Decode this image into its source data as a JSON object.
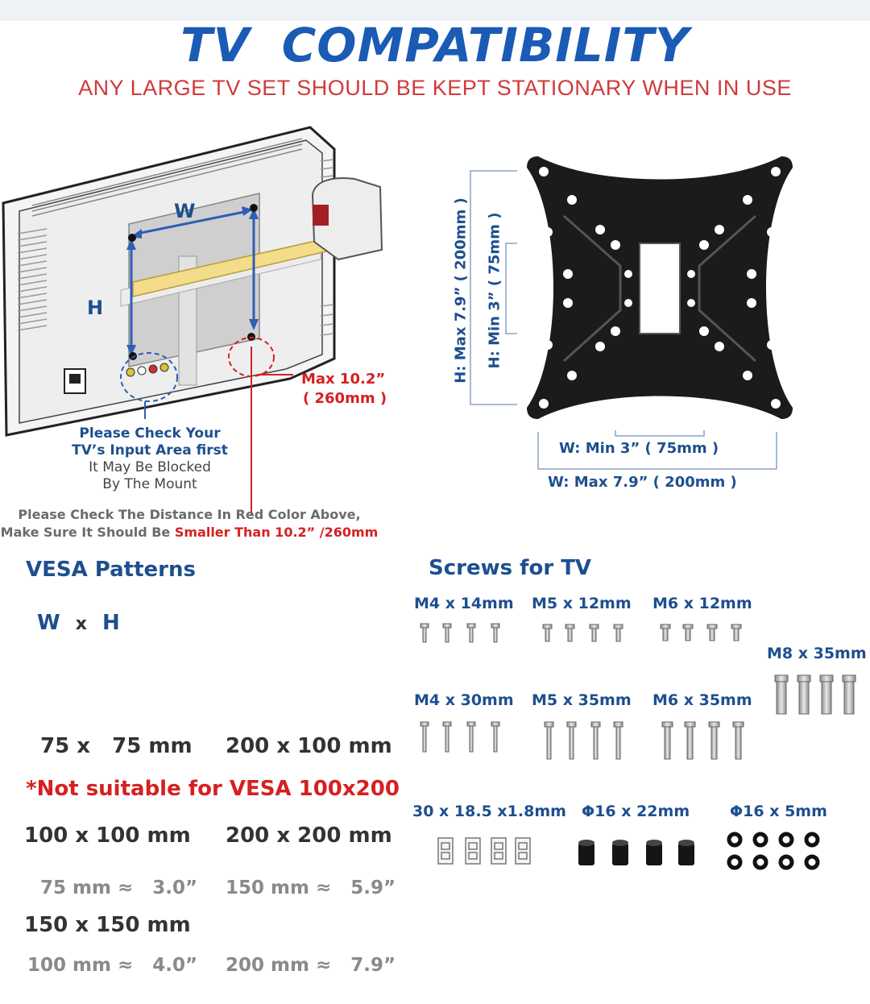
{
  "header": {
    "title": "TV  COMPATIBILITY",
    "subtitle": "ANY LARGE TV SET SHOULD BE KEPT STATIONARY WHEN IN USE"
  },
  "tv_diagram": {
    "w_label": "W",
    "h_label": "H",
    "max_line1": "Max  10.2”",
    "max_line2": "( 260mm )",
    "check_input_1": "Please Check Your",
    "check_input_2": "TV’s Input Area first",
    "check_input_3": "It May Be Blocked",
    "check_input_4": "By The Mount",
    "distance_note_1": "Please Check The Distance In Red Color Above,",
    "distance_note_2a": "Make Sure It Should Be ",
    "distance_note_2b": "Smaller Than 10.2”",
    "distance_note_2c": "  /260mm"
  },
  "plate_diagram": {
    "h_max": "H:  Max  7.9”  ( 200mm )",
    "h_min": "H:  Min  3”  ( 75mm )",
    "w_min": "W:  Min  3”  ( 75mm )",
    "w_max": "W:  Max  7.9”  ( 200mm )"
  },
  "vesa": {
    "heading": "VESA Patterns",
    "wxh_w": "W",
    "wxh_x": "x",
    "wxh_h": "H",
    "patterns_left": [
      "75 x   75 mm",
      "100 x 100 mm",
      "150 x 150 mm"
    ],
    "patterns_right": [
      "200 x 100 mm",
      "200 x 200 mm"
    ],
    "warning": "*Not suitable for VESA 100x200",
    "conversions_left": [
      "75 mm ≈   3.0”",
      "100 mm ≈   4.0”"
    ],
    "conversions_right": [
      "150 mm ≈   5.9”",
      "200 mm ≈   7.9”"
    ]
  },
  "screws": {
    "heading": "Screws for TV",
    "labels": [
      "M4 x 14mm",
      "M5 x 12mm",
      "M6 x 12mm",
      "M8 x 35mm",
      "M4 x 30mm",
      "M5 x 35mm",
      "M6 x 35mm",
      "30 x 18.5 x1.8mm",
      "Φ16 x 22mm",
      "Φ16 x 5mm"
    ]
  },
  "colors": {
    "title_blue": "#1a5bb5",
    "text_blue": "#1d4f8f",
    "warning_red": "#d62020",
    "plate_black": "#1b1b1b"
  }
}
